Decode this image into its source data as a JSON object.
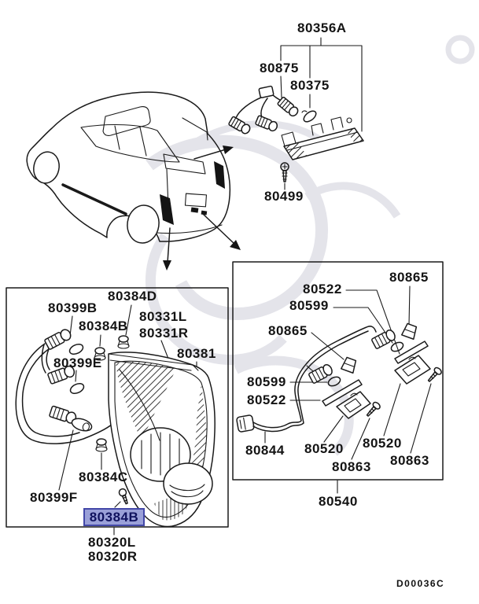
{
  "colors": {
    "highlight_bg": "#9aa0d8",
    "highlight_border": "#4348a8",
    "highlight_text": "#10125e",
    "watermark": "#e4e4ea",
    "line": "#1a1a1a"
  },
  "selected_part": "80384B",
  "footer": {
    "diagram_code": "D00036C"
  },
  "labels": {
    "l_80356A": "80356A",
    "l_80875": "80875",
    "l_80375": "80375",
    "l_80499": "80499",
    "tail_80384D": "80384D",
    "tail_80399B": "80399B",
    "tail_80384B_top": "80384B",
    "tail_80331L": "80331L",
    "tail_80331R": "80331R",
    "tail_80381": "80381",
    "tail_80399E": "80399E",
    "tail_80384C": "80384C",
    "tail_80399F": "80399F",
    "tail_80384B_selected": "80384B",
    "tail_80320L": "80320L",
    "tail_80320R": "80320R",
    "lic_80522_top": "80522",
    "lic_80599_top": "80599",
    "lic_80865_right": "80865",
    "lic_80865_mid": "80865",
    "lic_80599_low": "80599",
    "lic_80522_low": "80522",
    "lic_80844": "80844",
    "lic_80520_left": "80520",
    "lic_80863_left": "80863",
    "lic_80520_right": "80520",
    "lic_80863_right": "80863",
    "lic_80540": "80540"
  }
}
